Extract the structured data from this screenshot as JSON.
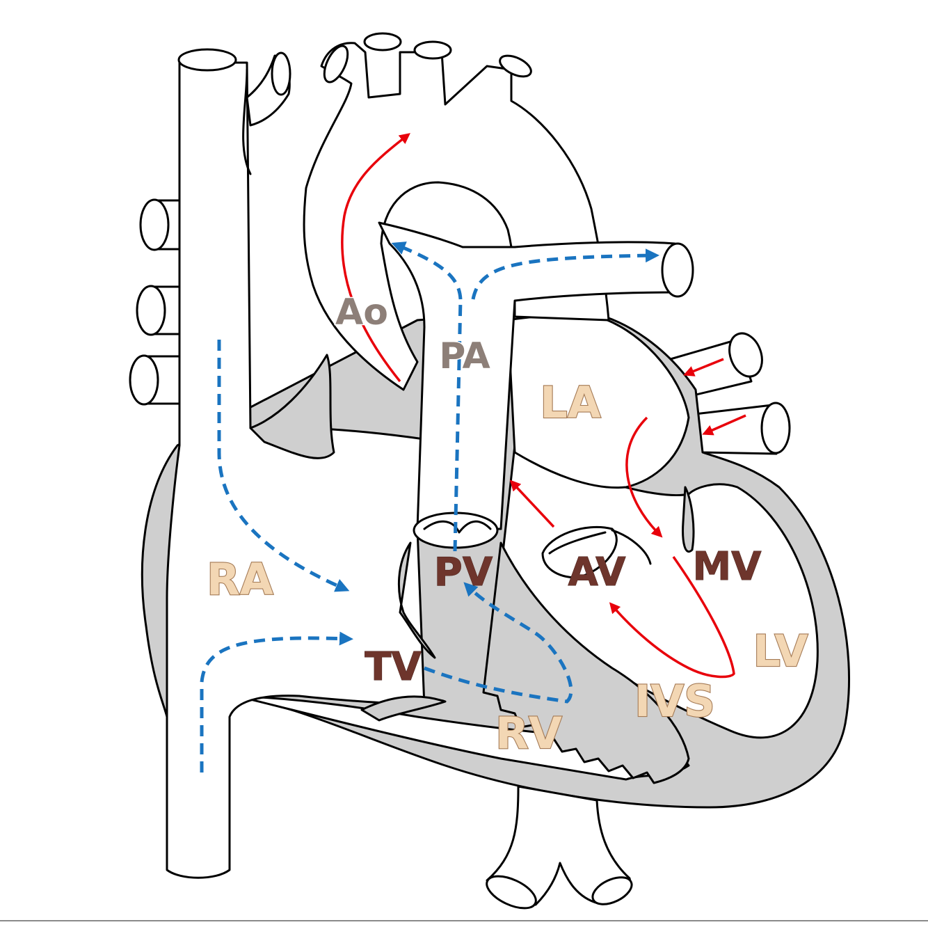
{
  "labels": {
    "ao": "Ao",
    "pa": "PA",
    "la": "LA",
    "ra": "RA",
    "pv": "PV",
    "av": "AV",
    "mv": "MV",
    "tv": "TV",
    "lv": "LV",
    "ivs": "IVS",
    "rv": "RV"
  },
  "colors": {
    "deoxygenated_flow": "#1a74c0",
    "oxygenated_flow": "#e8000b",
    "myocardium": "#cfcfcf",
    "chamber_label": "#f3d7b4",
    "valve_label": "#6e352c",
    "vessel_label": "#8d7f78"
  }
}
